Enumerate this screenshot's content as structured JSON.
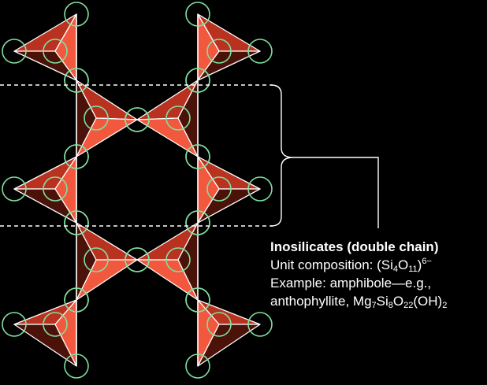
{
  "caption": {
    "title": "Inosilicates (double chain)",
    "unit_prefix": "Unit composition: (Si",
    "unit_sub1": "4",
    "unit_mid": "O",
    "unit_sub2": "11",
    "unit_close": ")",
    "unit_charge": "6−",
    "example_line": "Example: amphibole—e.g.,",
    "mineral_prefix": "anthophyllite, Mg",
    "mineral_sub1": "7",
    "mineral_si": "Si",
    "mineral_sub2": "8",
    "mineral_o": "O",
    "mineral_sub3": "22",
    "mineral_oh": "(OH)",
    "mineral_sub4": "2"
  },
  "colors": {
    "background": "#000000",
    "tetra_light": "#F2583E",
    "tetra_mid": "#B8321F",
    "tetra_dark": "#4A1208",
    "oxygen_ring": "#7FE0A0",
    "edge": "#FFFFFF"
  }
}
